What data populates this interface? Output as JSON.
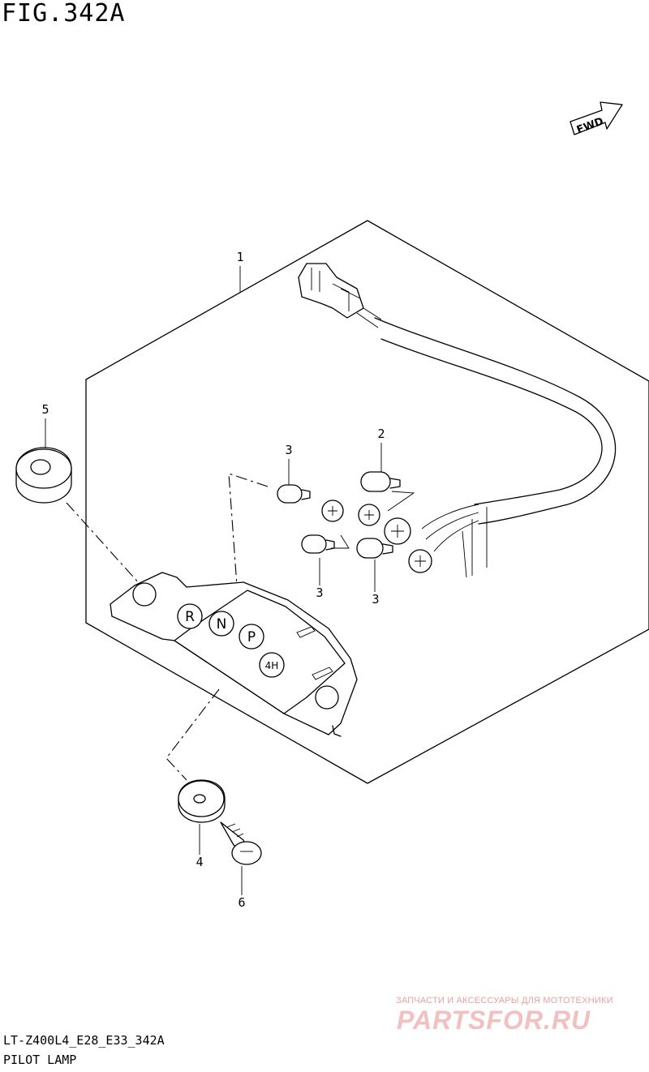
{
  "figure": {
    "title": "FIG.342A",
    "model_code": "LT-Z400L4_E28_E33_342A",
    "caption": "PILOT LAMP"
  },
  "direction_badge": "FWD",
  "indicator_letters": [
    "R",
    "N",
    "P",
    "4H"
  ],
  "callouts": {
    "c1": "1",
    "c2": "2",
    "c3a": "3",
    "c3b": "3",
    "c3c": "3",
    "c4": "4",
    "c5": "5",
    "c6": "6"
  },
  "watermark": {
    "subtitle": "ЗАПЧАСТИ И АКСЕССУАРЫ ДЛЯ МОТОТЕХНИКИ",
    "logo": "PARTSFOR.RU",
    "color": "#e3a3a3"
  }
}
